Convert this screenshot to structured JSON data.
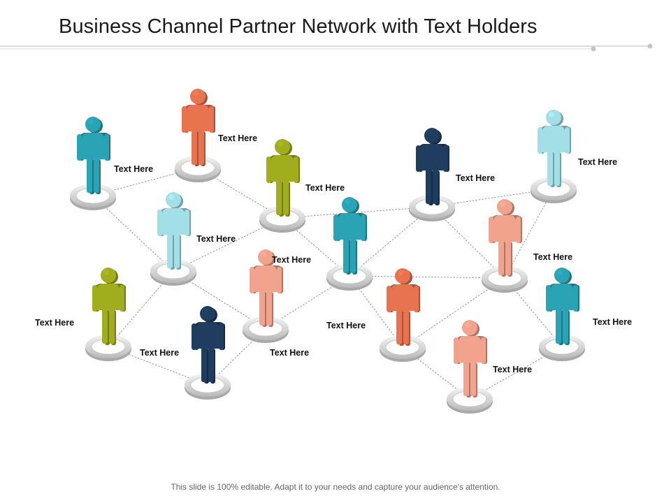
{
  "slide": {
    "title": "Business Channel Partner Network with Text Holders",
    "footer": "This slide is 100% editable. Adapt it to your needs and capture your audience's attention."
  },
  "colors": {
    "teal": "#2aa3b5",
    "orange": "#e8734f",
    "olive": "#a0ad1d",
    "navy": "#1f3d5e",
    "light_blue": "#a3dfe6",
    "peach": "#f2a38e",
    "ring": "#d4d4d4",
    "connector": "#8a8a8a"
  },
  "network": {
    "nodes": [
      {
        "id": "n1",
        "color": "teal",
        "label": "Text Here"
      },
      {
        "id": "n2",
        "color": "orange",
        "label": "Text Here"
      },
      {
        "id": "n3",
        "color": "olive",
        "label": "Text Here"
      },
      {
        "id": "n4",
        "color": "navy",
        "label": "Text Here"
      },
      {
        "id": "n5",
        "color": "light_blue",
        "label": "Text Here"
      },
      {
        "id": "n6",
        "color": "light_blue",
        "label": "Text Here"
      },
      {
        "id": "n7",
        "color": "peach",
        "label": "Text Here"
      },
      {
        "id": "n8",
        "color": "teal",
        "label": "Text Here"
      },
      {
        "id": "n9",
        "color": "peach",
        "label": "Text Here"
      },
      {
        "id": "n10",
        "color": "olive",
        "label": "Text Here"
      },
      {
        "id": "n11",
        "color": "navy",
        "label": "Text Here"
      },
      {
        "id": "n12",
        "color": "orange",
        "label": "Text Here"
      },
      {
        "id": "n13",
        "color": "peach",
        "label": "Text Here"
      },
      {
        "id": "n14",
        "color": "teal",
        "label": "Text Here"
      }
    ],
    "connections": [
      [
        "n1",
        "n2"
      ],
      [
        "n1",
        "n6"
      ],
      [
        "n2",
        "n3"
      ],
      [
        "n3",
        "n6"
      ],
      [
        "n3",
        "n8"
      ],
      [
        "n3",
        "n4"
      ],
      [
        "n4",
        "n5"
      ],
      [
        "n4",
        "n8"
      ],
      [
        "n4",
        "n9"
      ],
      [
        "n5",
        "n9"
      ],
      [
        "n6",
        "n7"
      ],
      [
        "n6",
        "n10"
      ],
      [
        "n7",
        "n8"
      ],
      [
        "n10",
        "n11"
      ],
      [
        "n11",
        "n7"
      ],
      [
        "n8",
        "n12"
      ],
      [
        "n8",
        "n9"
      ],
      [
        "n12",
        "n9"
      ],
      [
        "n12",
        "n13"
      ],
      [
        "n9",
        "n14"
      ],
      [
        "n13",
        "n14"
      ]
    ]
  }
}
